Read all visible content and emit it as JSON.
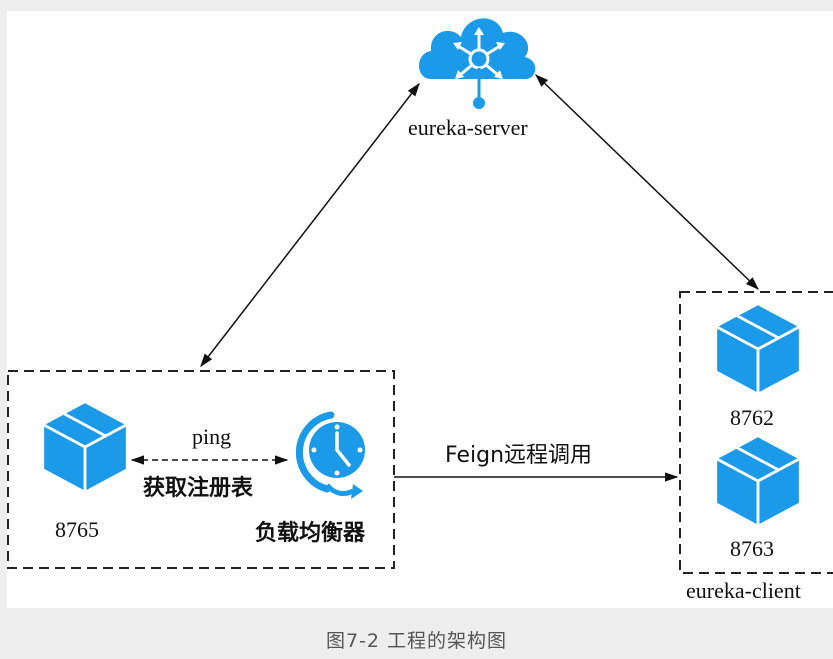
{
  "diagram": {
    "colors": {
      "icon_blue": "#1a9ae8",
      "line": "#111111",
      "dash": "#222222"
    },
    "server": {
      "label": "eureka-server",
      "icon": "cloud-network-icon"
    },
    "consumer_group": {
      "service_port": "8765",
      "service_icon": "package-box-icon",
      "ping_label": "ping",
      "registry_label": "获取注册表",
      "load_balancer_label": "负载均衡器",
      "load_balancer_icon": "clock-refresh-icon"
    },
    "feign_call_label": "Feign远程调用",
    "client_group": {
      "label": "eureka-client",
      "instances": [
        {
          "port": "8762",
          "icon": "package-box-icon"
        },
        {
          "port": "8763",
          "icon": "package-box-icon"
        }
      ]
    },
    "caption": "图7-2   工程的架构图"
  }
}
